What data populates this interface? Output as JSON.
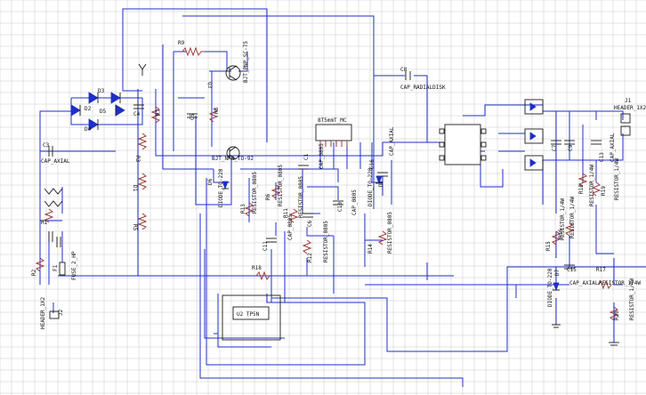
{
  "colors": {
    "wire": "#1f2fc8",
    "pin": "#9a3a3a",
    "part": "#1a1a1a",
    "grid": "#c8c8c8"
  },
  "labels": {
    "r9": "R9",
    "q3_type": "BJT_PNP_SC-75",
    "q3": "Q3",
    "c5": "C5",
    "r8": "R8",
    "r7": "R7",
    "q4_type": "BJT_NPN_TO-92",
    "d6": "D6",
    "d6_type": "DIODE_TO-220",
    "d3": "D3",
    "d2": "D2",
    "d5": "D5",
    "d4": "D4",
    "c4": "C4",
    "r3": "R3",
    "d1": "D1",
    "r5": "R5",
    "c3": "C3",
    "c3_type": "CAP_AXIAL",
    "r1": "R1",
    "r2": "R2",
    "f1": "F1",
    "f1_type": "FUSE_2_HP",
    "j2": "J2",
    "j2_type": "HEADER_1X2",
    "c8": "C8",
    "c8_type": "CAP_RADIALDISK",
    "u_small": "8T5mmT_MC",
    "r13": "R13",
    "r13_type": "RESISTOR_0805",
    "r6": "R6",
    "r6_type": "RESISTOR_0805",
    "c1": "C1",
    "c1_type": "CAP_0805",
    "c16": "C16",
    "c16_type": "CAP_AXIAL",
    "d1b": "D1",
    "d1b_type": "DIODE_TO-220",
    "r11": "R11",
    "r11_type": "RESISTOR_0805",
    "c6": "C6",
    "c10": "C10",
    "c10_type": "CAP_0805",
    "c11": "C11",
    "c11_type": "CAP_0805",
    "r12": "R12",
    "r12_type": "RESISTOR_0805",
    "r14": "R14",
    "r14_type": "RESISTOR_0805",
    "r18": "R18",
    "u2_label": "U2 TP5N",
    "j1": "J1",
    "j1_type": "HEADER_1X2",
    "c7": "C7",
    "c9": "C9",
    "c13": "C13",
    "c13_type": "CAP_AXIAL",
    "r10": "R10",
    "r10_type": "RESISTOR_1/4W",
    "r16": "R16",
    "r16_type": "RESISTOR_1/4W",
    "r15": "R15",
    "r15_type": "RESISTOR_1/4W",
    "r19": "R19",
    "r19_type": "RESISTOR_1/4W",
    "d7": "D7",
    "d7_type": "DIODE_TO-220",
    "c15": "C15",
    "c15_type": "CAP_AXIAL",
    "r17": "R17",
    "r17_type": "RESISTOR_1/4W",
    "r20": "R20",
    "r20_type": "RESISTOR_1/4W"
  }
}
